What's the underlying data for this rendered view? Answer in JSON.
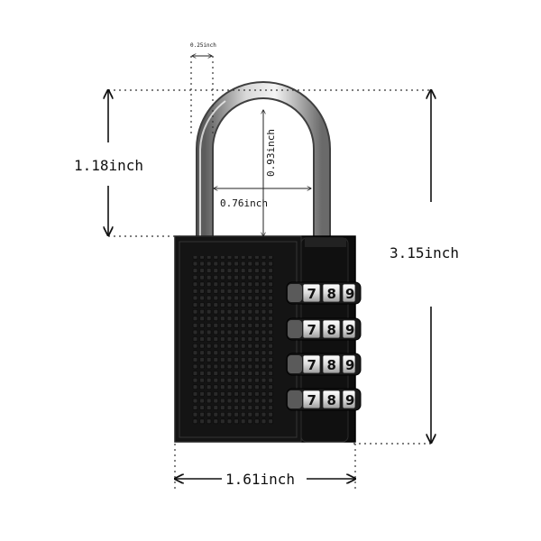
{
  "dimensions": {
    "shackle_thickness": "0.25inch",
    "shackle_height": "1.18inch",
    "shackle_inner_height": "0.93inch",
    "shackle_inner_width": "0.76inch",
    "total_height": "3.15inch",
    "body_width": "1.61inch"
  },
  "dials": {
    "rows": [
      [
        "7",
        "8",
        "9"
      ],
      [
        "7",
        "8",
        "9"
      ],
      [
        "7",
        "8",
        "9"
      ],
      [
        "7",
        "8",
        "9"
      ]
    ]
  },
  "colors": {
    "body": "#161616",
    "body_edge": "#2e2e2e",
    "shackle": "#9a9a9a",
    "dial_face": "#e9e9e9",
    "dimension_line": "#111111"
  }
}
